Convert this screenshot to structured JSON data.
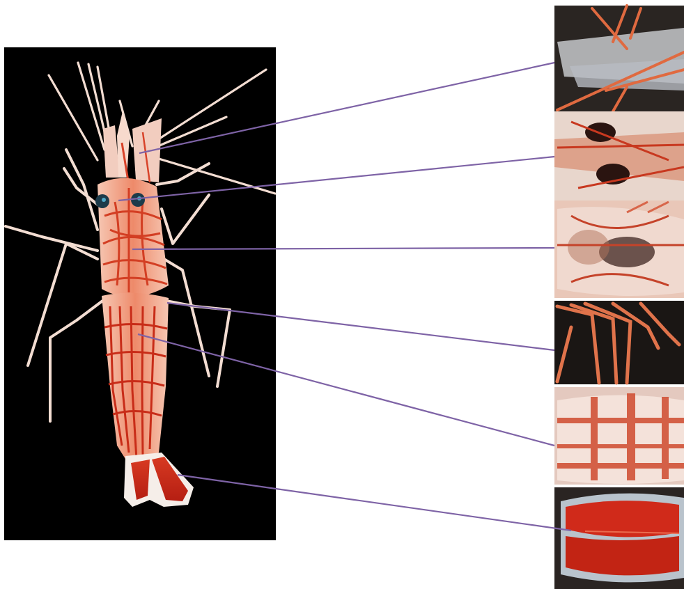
{
  "figure": {
    "subject": "shrimp",
    "background_color": "#ffffff",
    "main_panel_color": "#000000",
    "connector_color": "#7e63a6",
    "body_color": "#e8502f",
    "stripe_color": "#c22a18"
  },
  "callouts": [
    {
      "id": "antennae",
      "thumbnail": "antennae-closeup"
    },
    {
      "id": "eyes",
      "thumbnail": "eyes-closeup"
    },
    {
      "id": "carapace",
      "thumbnail": "carapace-closeup"
    },
    {
      "id": "walking-legs",
      "thumbnail": "legs-closeup"
    },
    {
      "id": "abdomen",
      "thumbnail": "abdomen-closeup"
    },
    {
      "id": "tail-fan",
      "thumbnail": "tail-closeup"
    }
  ]
}
